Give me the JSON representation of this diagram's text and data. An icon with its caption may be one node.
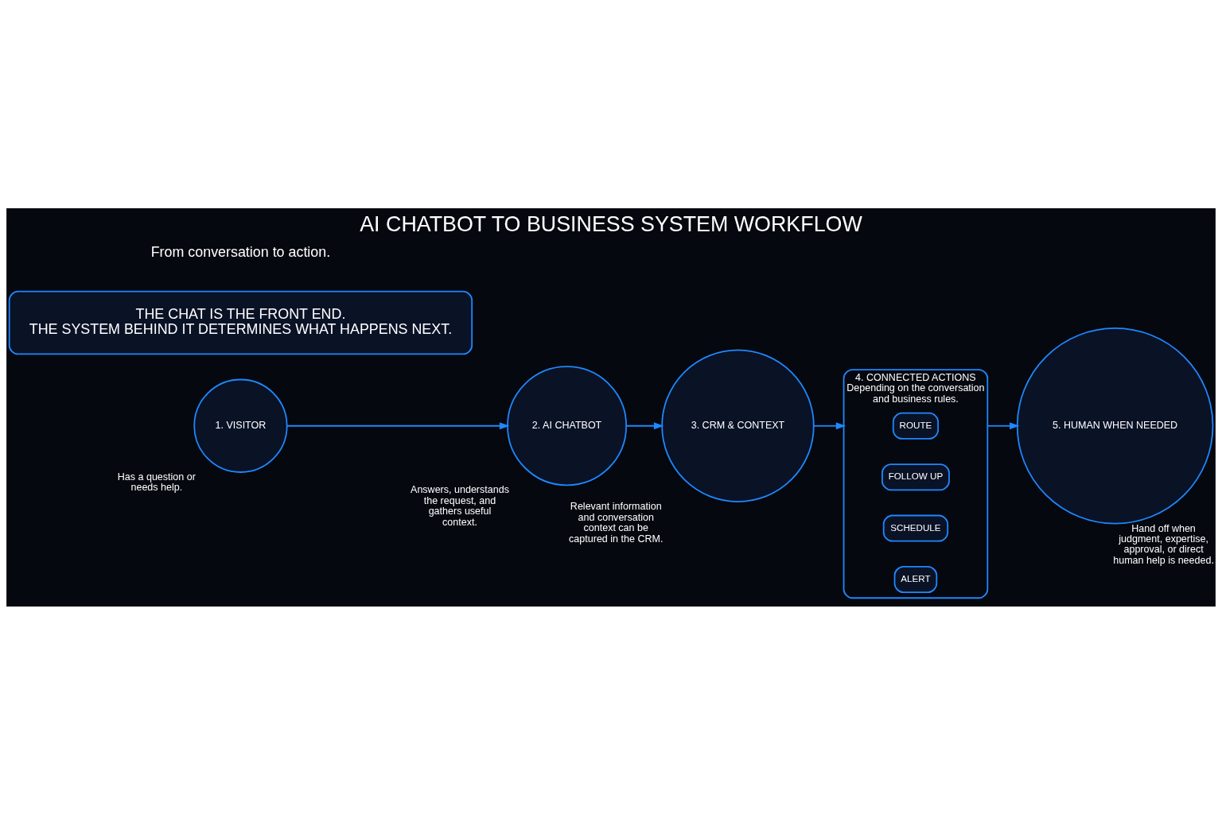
{
  "diagram": {
    "title": "AI CHATBOT TO BUSINESS SYSTEM WORKFLOW",
    "nodes": [
      {
        "text": [
          "1. VISITOR"
        ],
        "beside": [
          "Has a question or needs help."
        ]
      },
      {
        "text": [
          "2. AI CHATBOT"
        ],
        "beside": [
          "Answers, understands the request, and gathers useful context."
        ]
      },
      {
        "text": [
          "3. CRM & CONTEXT"
        ],
        "beside": [
          "Relevant information and conversation context can be captured in the CRM."
        ]
      },
      {
        "text": [
          "4. CONNECTED ACTIONS"
        ],
        "beside": [
          "Depending on the conversation and business rules."
        ]
      },
      {
        "text": [
          "ROUTE"
        ],
        "in": 3
      },
      {
        "text": [
          "FOLLOW UP"
        ],
        "in": 3
      },
      {
        "text": [
          "SCHEDULE"
        ],
        "in": 3
      },
      {
        "text": [
          "ALERT"
        ],
        "in": 3
      },
      {
        "text": [
          "5. HUMAN WHEN NEEDED"
        ],
        "beside": [
          "Hand off when judgment, expertise, approval, or direct human help is needed."
        ]
      },
      {
        "text": [
          "THE CHAT IS THE FRONT END.",
          "THE SYSTEM BEHIND IT DETERMINES WHAT HAPPENS NEXT."
        ]
      }
    ],
    "edges": [
      {
        "from": 0,
        "to": 1,
        "arrow": "to"
      },
      {
        "from": 1,
        "to": 2,
        "arrow": "to"
      },
      {
        "from": 2,
        "to": 3,
        "arrow": "to"
      },
      {
        "from": 3,
        "to": 8,
        "arrow": "to"
      }
    ],
    "labels": [
      "From conversation to action."
    ]
  }
}
